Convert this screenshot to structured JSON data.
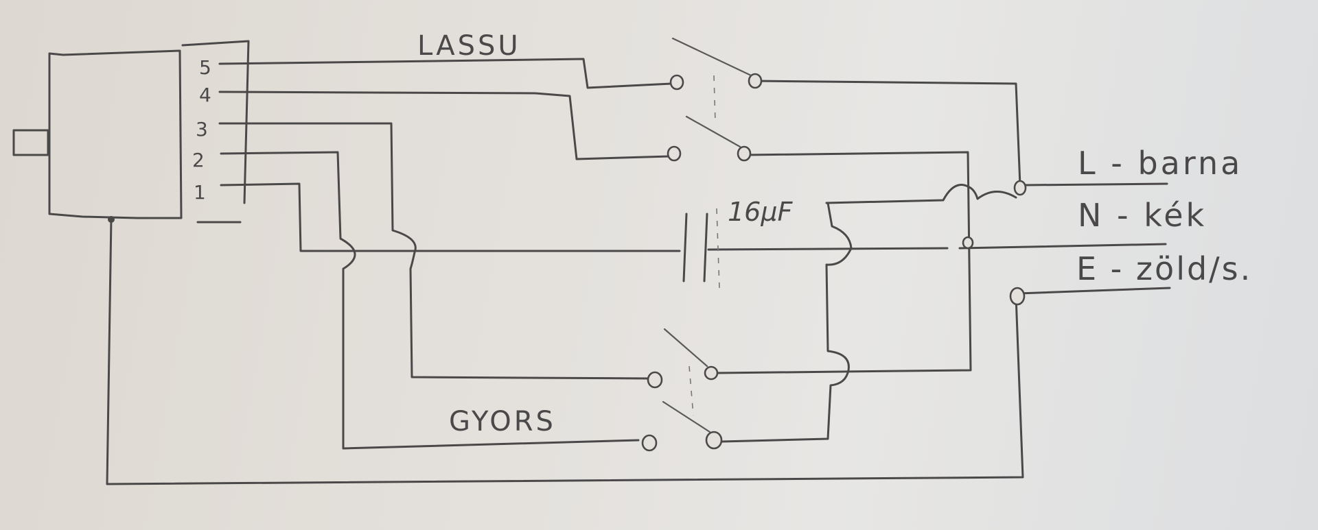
{
  "labels": {
    "slow": "LASSU",
    "fast": "GYORS",
    "capacitor": "16µF",
    "line": "L - barna",
    "neutral": "N - kék",
    "earth": "E - zöld/s."
  },
  "pins": [
    "5",
    "4",
    "3",
    "2",
    "1"
  ]
}
